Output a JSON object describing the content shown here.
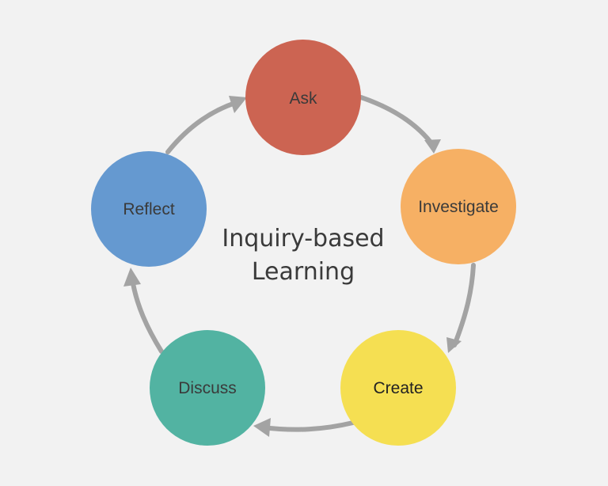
{
  "title": {
    "line1": "Inquiry-based",
    "line2": "Learning"
  },
  "connector_color": "#a3a3a3",
  "nodes": [
    {
      "label": "Ask",
      "color": "#cc6452",
      "text_color": "#3a3a3a"
    },
    {
      "label": "Investigate",
      "color": "#f6b064",
      "text_color": "#3a3a3a"
    },
    {
      "label": "Create",
      "color": "#f5df52",
      "text_color": "#222222"
    },
    {
      "label": "Discuss",
      "color": "#52b3a2",
      "text_color": "#3a3a3a"
    },
    {
      "label": "Reflect",
      "color": "#6599d0",
      "text_color": "#3a3a3a"
    }
  ]
}
